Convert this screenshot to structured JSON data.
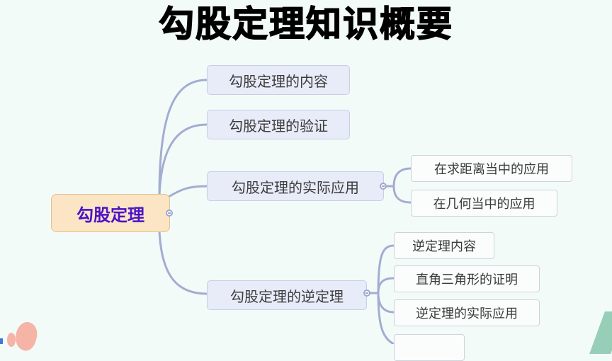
{
  "title": "勾股定理知识概要",
  "mindmap": {
    "root": {
      "label": "勾股定理"
    },
    "branches": [
      {
        "label": "勾股定理的内容",
        "children": []
      },
      {
        "label": "勾股定理的验证",
        "children": []
      },
      {
        "label": "勾股定理的实际应用",
        "children": [
          {
            "label": "在求距离当中的应用"
          },
          {
            "label": "在几何当中的应用"
          }
        ]
      },
      {
        "label": "勾股定理的逆定理",
        "children": [
          {
            "label": "逆定理内容"
          },
          {
            "label": "直角三角形的证明"
          },
          {
            "label": "逆定理的实际应用"
          },
          {
            "label": ""
          }
        ]
      }
    ]
  },
  "colors": {
    "root_bg": "#fbe5c4",
    "root_text": "#4a13c7",
    "branch_bg": "#e8ebf8",
    "connector": "#9ea9cf",
    "background": "#f3fbf9"
  }
}
